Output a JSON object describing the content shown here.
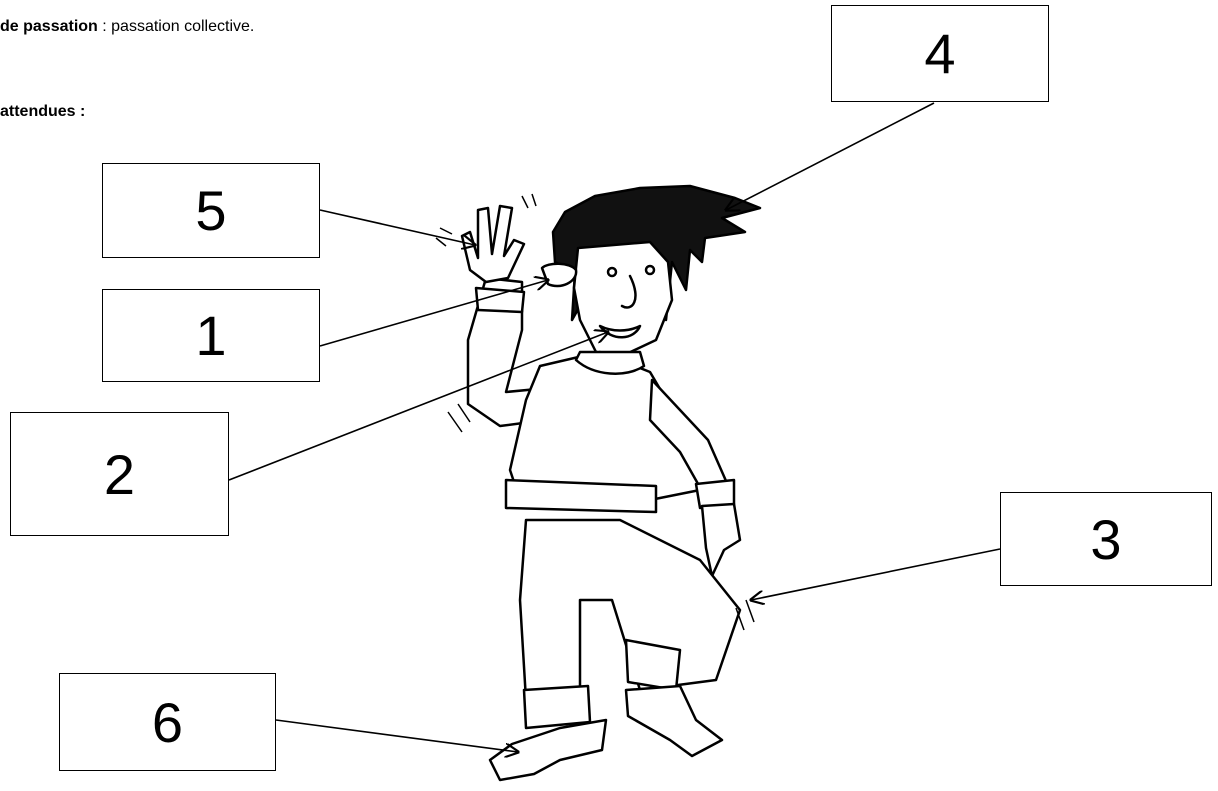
{
  "header": {
    "mode_label": "de passation",
    "mode_value": " : passation collective.",
    "answers_label": "attendues :"
  },
  "labels": [
    "5",
    "1",
    "2",
    "4",
    "3",
    "6"
  ],
  "figure": {
    "icon": "waving-boy-illustration",
    "line_color": "#000000"
  }
}
